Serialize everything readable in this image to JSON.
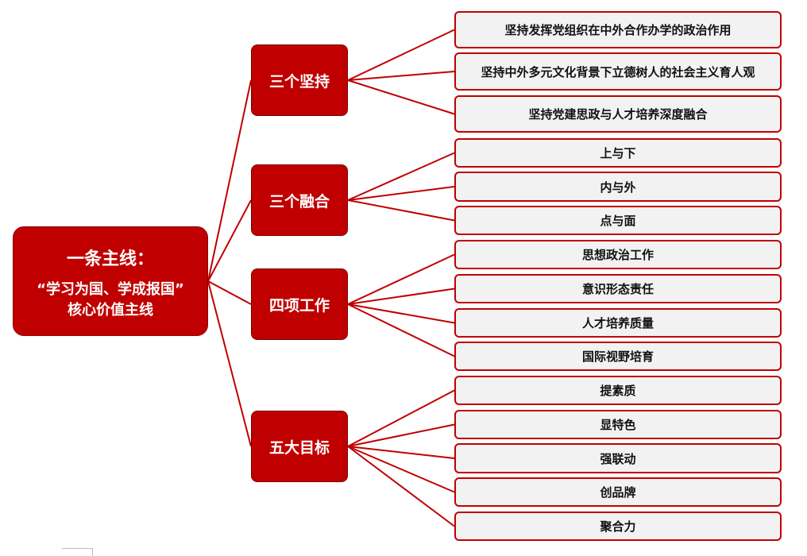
{
  "root": {
    "title": "一条主线：",
    "subtitle_line1": "“学习为国、学成报国”",
    "subtitle_line2": "核心价值主线"
  },
  "branches": [
    {
      "label": "三个坚持",
      "children": [
        "坚持发挥党组织在中外合作办学的政治作用",
        "坚持中外多元文化背景下立德树人的社会主义育人观",
        "坚持党建思政与人才培养深度融合"
      ]
    },
    {
      "label": "三个融合",
      "children": [
        "上与下",
        "内与外",
        "点与面"
      ]
    },
    {
      "label": "四项工作",
      "children": [
        "思想政治工作",
        "意识形态责任",
        "人才培养质量",
        "国际视野培育"
      ]
    },
    {
      "label": "五大目标",
      "children": [
        "提素质",
        "显特色",
        "强联动",
        "创品牌",
        "聚合力"
      ]
    }
  ],
  "colors": {
    "node_red": "#c00000",
    "leaf_fill": "#f2f2f2",
    "line": "#c00000"
  }
}
